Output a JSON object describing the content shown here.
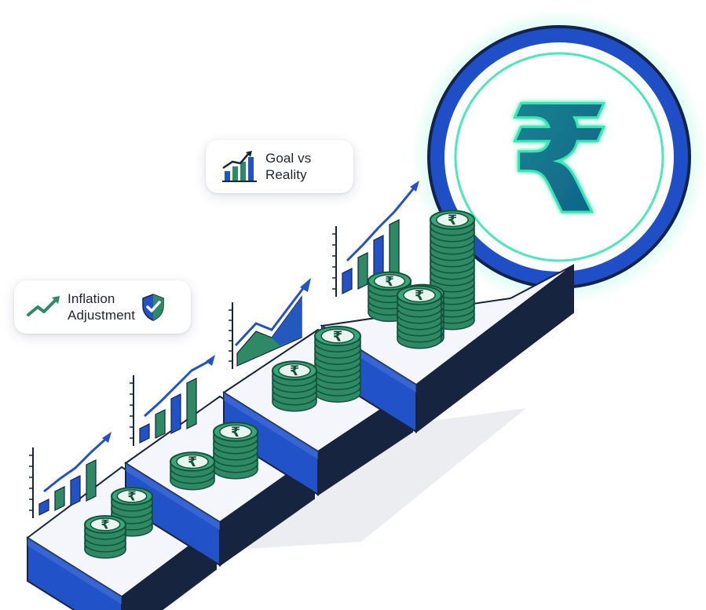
{
  "cards": {
    "inflation": {
      "line1": "Inflation",
      "line2": "Adjustment",
      "icons": [
        "trend-up-arrow-icon",
        "shield-check-icon"
      ]
    },
    "goal": {
      "line1": "Goal vs",
      "line2": "Reality",
      "icons": [
        "bar-chart-growth-icon"
      ]
    }
  },
  "currency_symbol": "₹",
  "steps": [
    {
      "step": 1,
      "coin_stacks": 2,
      "chart": "bars-with-trend-arrow"
    },
    {
      "step": 2,
      "coin_stacks": 2,
      "chart": "bars-with-trend-arrow"
    },
    {
      "step": 3,
      "coin_stacks": 2,
      "chart": "area-chart-with-trend-arrow"
    },
    {
      "step": 4,
      "coin_stacks": 4,
      "chart": "bars-with-trend-arrow"
    }
  ],
  "colors": {
    "green": "#2e8a64",
    "green_dark": "#13533d",
    "blue": "#2252c8",
    "navy": "#16243f",
    "glow": "#35e7b1",
    "step_top": "#f4f6fb"
  }
}
